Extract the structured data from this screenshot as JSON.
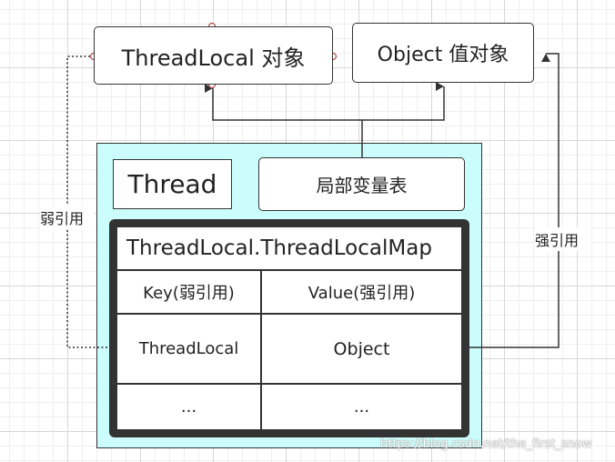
{
  "nodes": {
    "threadlocal_obj": "ThreadLocal 对象",
    "object_value": "Object 值对象",
    "thread": "Thread",
    "local_var_table": "局部变量表",
    "map_title": "ThreadLocal.ThreadLocalMap"
  },
  "table": {
    "headers": [
      "Key(弱引用)",
      "Value(强引用)"
    ],
    "rows": [
      [
        "ThreadLocal",
        "Object"
      ],
      [
        "...",
        "..."
      ]
    ]
  },
  "edge_labels": {
    "weak_ref": "弱引用",
    "strong_ref": "强引用"
  },
  "watermark": "https://blog.csdn.net/the_first_snow",
  "colors": {
    "thread_bg": "#ccfdfd",
    "line": "#333333",
    "handle": "#b44b4b"
  }
}
